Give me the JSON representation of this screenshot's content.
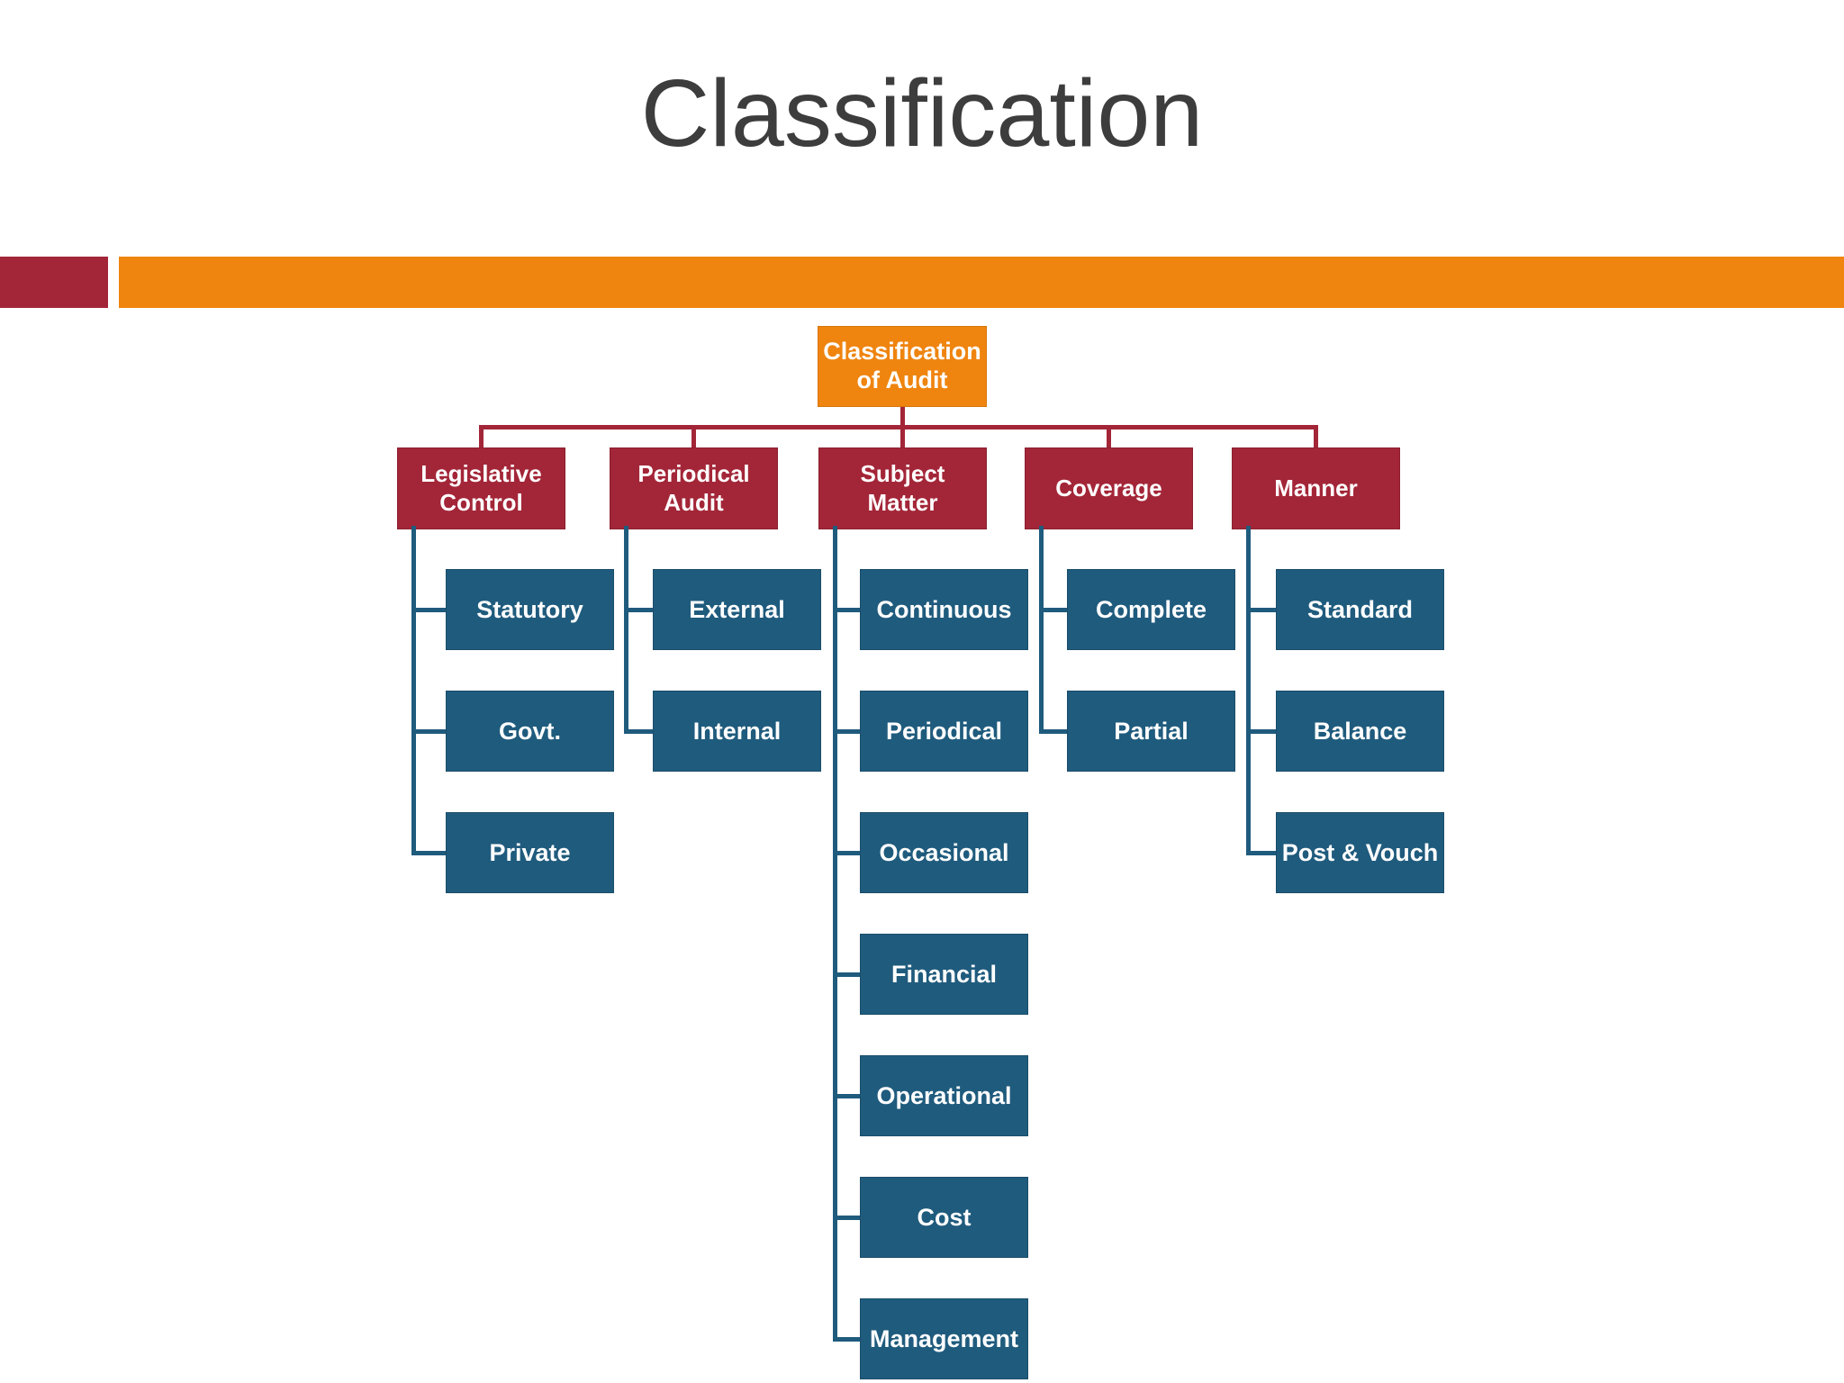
{
  "slide": {
    "title": "Classification",
    "root": "Classification of Audit",
    "tree": {
      "categories": [
        {
          "label": "Legislative Control",
          "children": [
            "Statutory",
            "Govt.",
            "Private"
          ]
        },
        {
          "label": "Periodical Audit",
          "children": [
            "External",
            "Internal"
          ]
        },
        {
          "label": "Subject Matter",
          "children": [
            "Continuous",
            "Periodical",
            "Occasional",
            "Financial",
            "Operational",
            "Cost",
            "Management"
          ]
        },
        {
          "label": "Coverage",
          "children": [
            "Complete",
            "Partial"
          ]
        },
        {
          "label": "Manner",
          "children": [
            "Standard",
            "Balance",
            "Post & Vouch"
          ]
        }
      ]
    },
    "colors": {
      "maroon": "#A32638",
      "orange": "#EF840F",
      "blue": "#1F5B7D",
      "title_gray": "#3D3D3D"
    }
  }
}
